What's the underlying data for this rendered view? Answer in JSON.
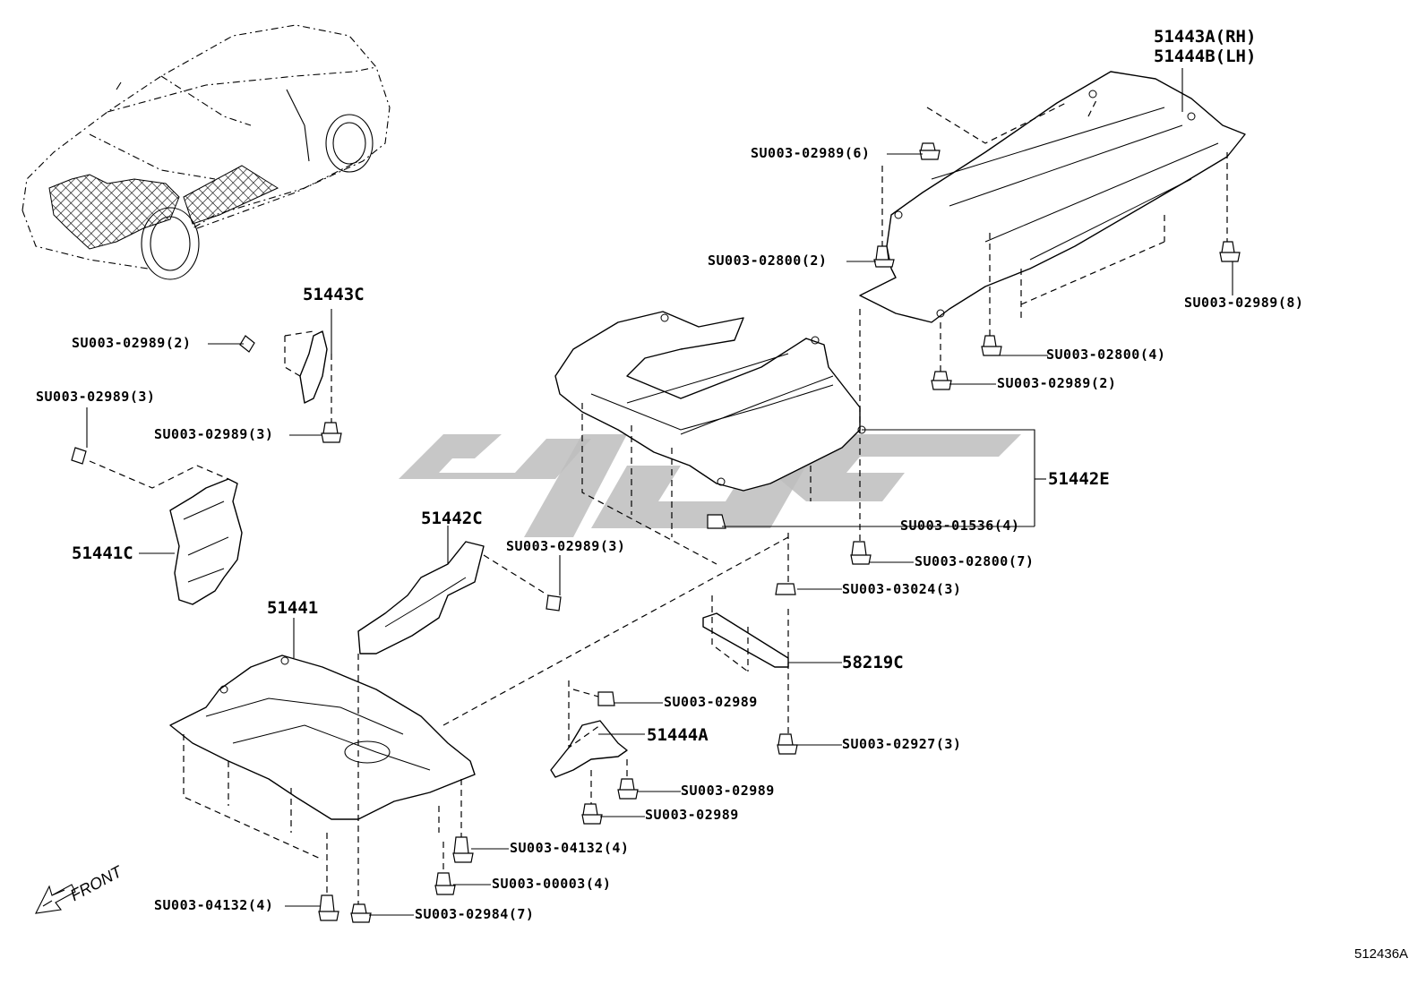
{
  "part_numbers": {
    "p51443a": "51443A(RH)",
    "p51444b": "51444B(LH)",
    "p51443c": "51443C",
    "p51442e": "51442E",
    "p51441c": "51441C",
    "p51442c": "51442C",
    "p51441": "51441",
    "p58219c": "58219C",
    "p51444a": "51444A"
  },
  "fasteners": {
    "f1": "SU003-02989(6)",
    "f2": "SU003-02800(2)",
    "f3": "SU003-02989(8)",
    "f4": "SU003-02800(4)",
    "f5": "SU003-02989(2)",
    "f6": "SU003-02989(2)",
    "f7": "SU003-02989(3)",
    "f8": "SU003-02989(3)",
    "f9": "SU003-01536(4)",
    "f10": "SU003-02989(3)",
    "f11": "SU003-02800(7)",
    "f12": "SU003-03024(3)",
    "f13": "SU003-02989",
    "f14": "SU003-02927(3)",
    "f15": "SU003-02989",
    "f16": "SU003-02989",
    "f17": "SU003-04132(4)",
    "f18": "SU003-00003(4)",
    "f19": "SU003-04132(4)",
    "f20": "SU003-02984(7)"
  },
  "front_label": "FRONT",
  "diagram_ref": "512436A"
}
